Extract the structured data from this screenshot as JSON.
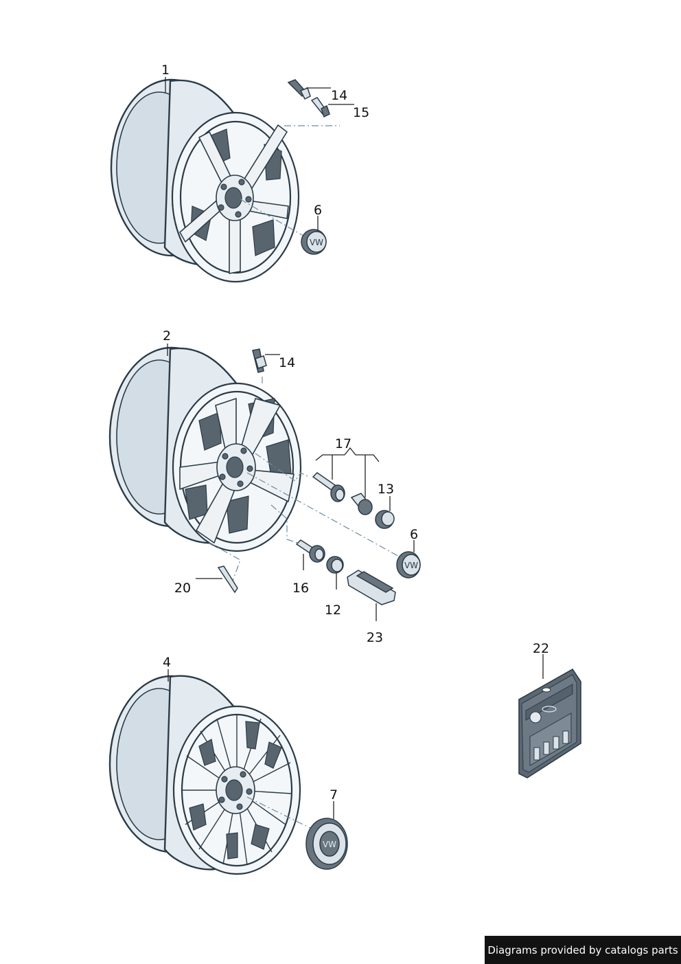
{
  "callouts": {
    "c1": "1",
    "c14a": "14",
    "c15": "15",
    "c6a": "6",
    "c2": "2",
    "c14b": "14",
    "c17": "17",
    "c13": "13",
    "c6b": "6",
    "c16": "16",
    "c12": "12",
    "c20": "20",
    "c23": "23",
    "c4": "4",
    "c7": "7",
    "c22": "22"
  },
  "credit": "Diagrams provided by catalogs parts",
  "icons": [
    "wheel-rim",
    "center-cap",
    "valve-stem",
    "wheel-bolt",
    "lock-bolt",
    "bolt-cap",
    "removal-tool",
    "wheel-weight",
    "retail-package"
  ]
}
